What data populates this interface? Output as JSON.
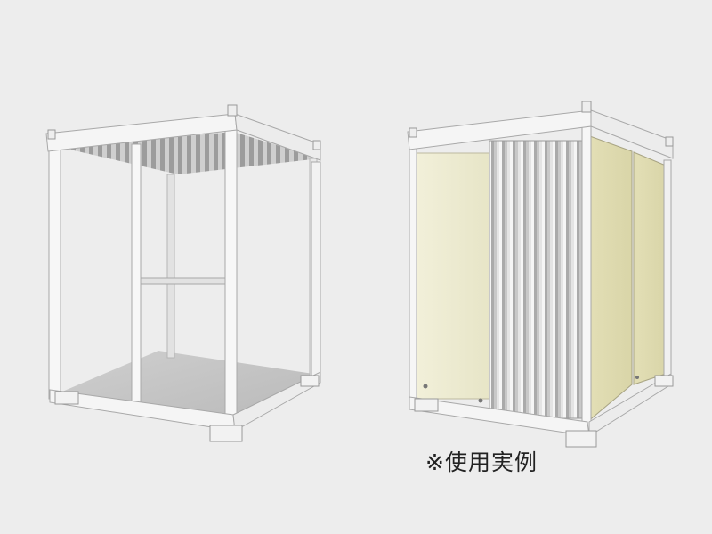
{
  "caption": "※使用実例",
  "colors": {
    "background": "#ededed",
    "frame": "#f6f6f6",
    "panel": "#ecebd0",
    "caption_text": "#222222"
  },
  "items": [
    {
      "name": "empty-frame-unit"
    },
    {
      "name": "paneled-unit-with-curtain"
    }
  ]
}
